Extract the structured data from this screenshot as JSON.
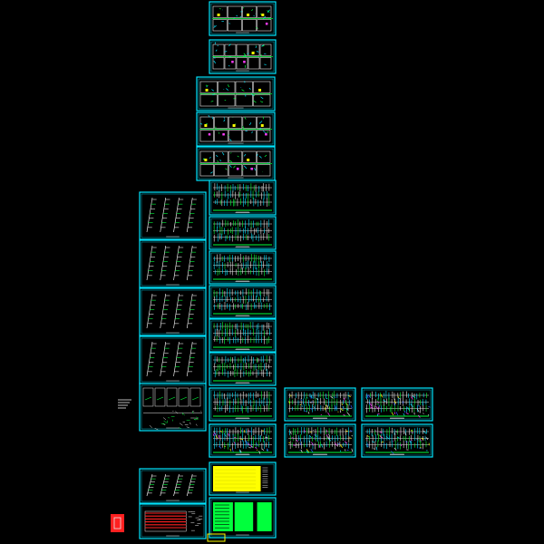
{
  "page": {
    "background": "#000000"
  },
  "colors": {
    "sheet_border": "#00e5ff",
    "line_green": "#00ff3c",
    "line_cyan": "#00e5ff",
    "line_white": "#e6e6e6",
    "line_yellow": "#ffff00",
    "line_magenta": "#ff3cff",
    "line_red": "#ff2020",
    "line_blue": "#2a5cff"
  },
  "sheets": [
    {
      "name": "floor-plan-sheet-1",
      "kind": "plan"
    },
    {
      "name": "floor-plan-sheet-2",
      "kind": "plan"
    },
    {
      "name": "floor-plan-sheet-3",
      "kind": "plan"
    },
    {
      "name": "floor-plan-sheet-4",
      "kind": "plan"
    },
    {
      "name": "floor-plan-sheet-5",
      "kind": "plan"
    },
    {
      "name": "elevation-sheet-1",
      "kind": "elevation"
    },
    {
      "name": "elevation-sheet-2",
      "kind": "elevation"
    },
    {
      "name": "elevation-sheet-3",
      "kind": "elevation"
    },
    {
      "name": "elevation-sheet-4",
      "kind": "elevation"
    },
    {
      "name": "elevation-sheet-5",
      "kind": "elevation"
    },
    {
      "name": "elevation-sheet-6",
      "kind": "elevation"
    },
    {
      "name": "elevation-sheet-7",
      "kind": "elevation"
    },
    {
      "name": "elevation-sheet-8",
      "kind": "elevation"
    },
    {
      "name": "elevation-sheet-9",
      "kind": "elevation"
    },
    {
      "name": "system-diagram-sheet-1",
      "kind": "riser"
    },
    {
      "name": "system-diagram-sheet-2",
      "kind": "riser"
    },
    {
      "name": "system-diagram-sheet-3",
      "kind": "riser"
    },
    {
      "name": "system-diagram-sheet-4",
      "kind": "riser"
    },
    {
      "name": "detail-sheet",
      "kind": "detail"
    },
    {
      "name": "riser-sheet-bottom",
      "kind": "riser"
    },
    {
      "name": "schedule-sheet-bottom",
      "kind": "schedule"
    },
    {
      "name": "notes-sheet-yellow",
      "kind": "notes"
    },
    {
      "name": "legend-sheet-green",
      "kind": "legend"
    },
    {
      "name": "elevation-sheet-right-1",
      "kind": "elevation"
    },
    {
      "name": "elevation-sheet-right-2",
      "kind": "elevation"
    },
    {
      "name": "elevation-sheet-right-3",
      "kind": "elevation"
    },
    {
      "name": "elevation-sheet-right-4",
      "kind": "elevation"
    }
  ]
}
